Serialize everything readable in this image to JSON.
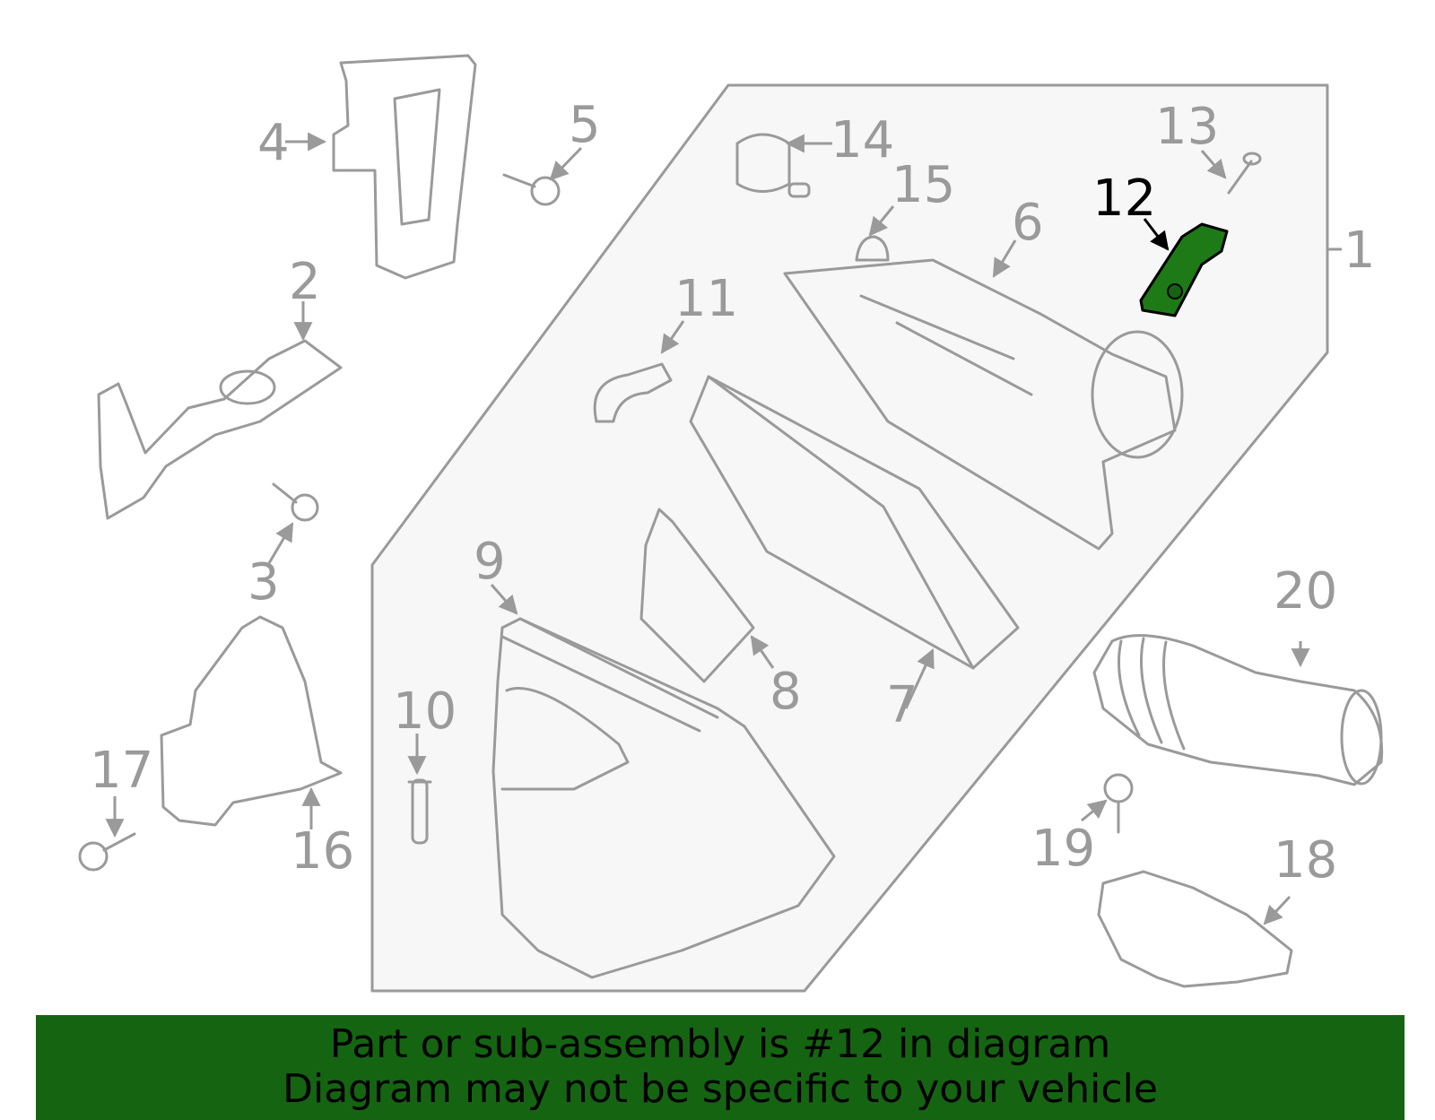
{
  "diagram": {
    "colors": {
      "line": "#9a9a9a",
      "panel": "#f7f7f7",
      "highlight_part": "#1e7a16",
      "highlight_text": "#000000"
    },
    "highlighted_part": "12",
    "callouts": [
      {
        "id": "1",
        "label": "1"
      },
      {
        "id": "2",
        "label": "2"
      },
      {
        "id": "3",
        "label": "3"
      },
      {
        "id": "4",
        "label": "4"
      },
      {
        "id": "5",
        "label": "5"
      },
      {
        "id": "6",
        "label": "6"
      },
      {
        "id": "7",
        "label": "7"
      },
      {
        "id": "8",
        "label": "8"
      },
      {
        "id": "9",
        "label": "9"
      },
      {
        "id": "10",
        "label": "10"
      },
      {
        "id": "11",
        "label": "11"
      },
      {
        "id": "12",
        "label": "12"
      },
      {
        "id": "13",
        "label": "13"
      },
      {
        "id": "14",
        "label": "14"
      },
      {
        "id": "15",
        "label": "15"
      },
      {
        "id": "16",
        "label": "16"
      },
      {
        "id": "17",
        "label": "17"
      },
      {
        "id": "18",
        "label": "18"
      },
      {
        "id": "19",
        "label": "19"
      },
      {
        "id": "20",
        "label": "20"
      }
    ]
  },
  "banner": {
    "line1": "Part or sub-assembly is #12 in diagram",
    "line2": "Diagram may not be specific to your vehicle",
    "color": "#156412"
  }
}
